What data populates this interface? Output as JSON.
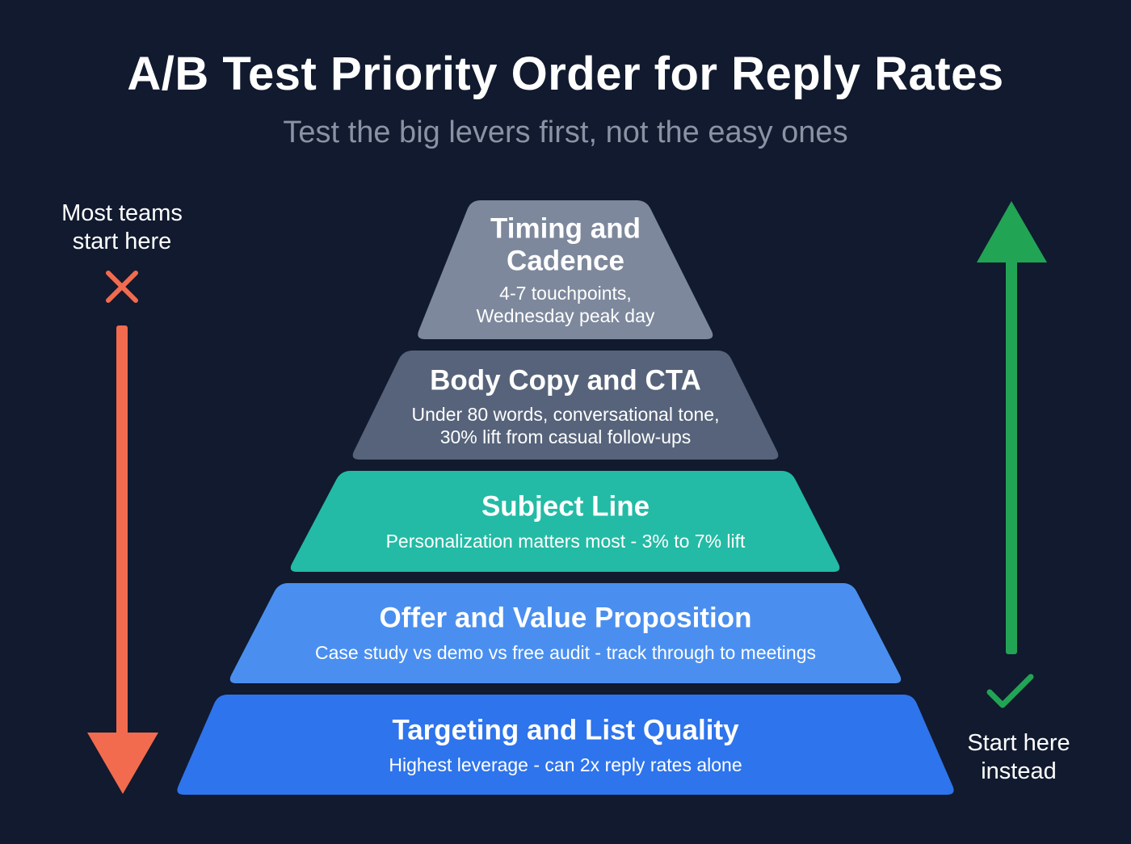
{
  "title": "A/B Test Priority Order for Reply Rates",
  "subtitle": "Test the big levers first, not the easy ones",
  "left_label": {
    "line1": "Most teams",
    "line2": "start here",
    "color": "#f26b4f"
  },
  "right_label": {
    "line1": "Start here",
    "line2": "instead",
    "color": "#22a455"
  },
  "tiers": [
    {
      "title_lines": [
        "Timing and",
        "Cadence"
      ],
      "desc_lines": [
        "4-7 touchpoints,",
        "Wednesday peak day"
      ],
      "color": "#7d889c"
    },
    {
      "title_lines": [
        "Body Copy and CTA"
      ],
      "desc_lines": [
        "Under 80 words, conversational tone,",
        "30% lift from casual follow-ups"
      ],
      "color": "#56637a"
    },
    {
      "title_lines": [
        "Subject Line"
      ],
      "desc_lines": [
        "Personalization matters most - 3% to 7% lift"
      ],
      "color": "#23bba5"
    },
    {
      "title_lines": [
        "Offer and Value Proposition"
      ],
      "desc_lines": [
        "Case study vs demo vs free audit - track through to meetings"
      ],
      "color": "#4a8ff0"
    },
    {
      "title_lines": [
        "Targeting and List Quality"
      ],
      "desc_lines": [
        "Highest leverage - can 2x reply rates alone"
      ],
      "color": "#2e74ec"
    }
  ]
}
